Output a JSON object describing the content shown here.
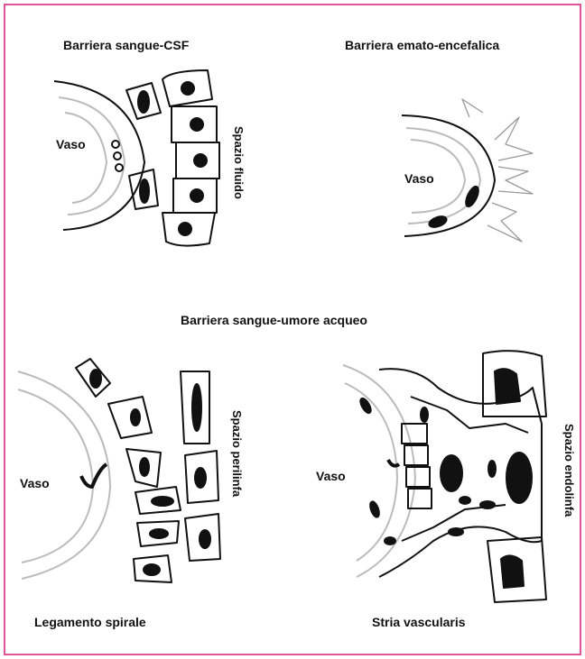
{
  "title_tl": "Barriera sangue-CSF",
  "title_tr": "Barriera emato-encefalica",
  "title_mid": "Barriera sangue-umore acqueo",
  "vessel_label": "Vaso",
  "space_fluid": "Spazio fluido",
  "space_perilymph": "Spazio perilinfa",
  "space_endolymph": "Spazio endolinfa",
  "caption_bl": "Legamento spirale",
  "caption_br": "Stria vascularis",
  "colors": {
    "frame": "#e0559a",
    "ink": "#111111",
    "vessel_line": "#bbbbbb"
  }
}
